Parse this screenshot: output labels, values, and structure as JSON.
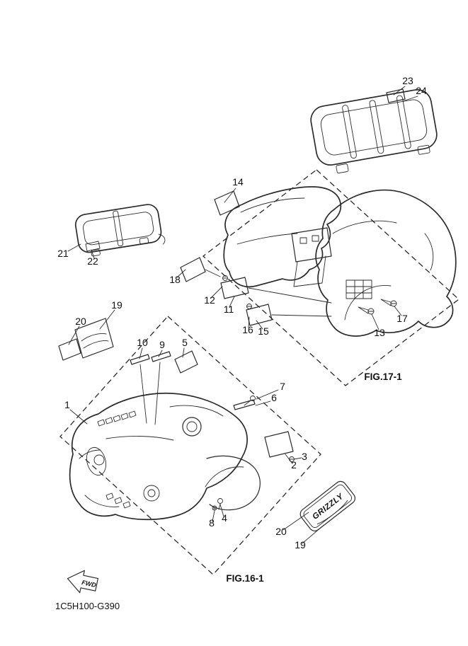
{
  "meta": {
    "part_code": "1C5H100-G390"
  },
  "figures": {
    "fig16": "FIG.16-1",
    "fig17": "FIG.17-1"
  },
  "fwd": {
    "label": "FWD"
  },
  "emblem": {
    "text": "GRIZZLY"
  },
  "colors": {
    "ink": "#2b2b2b",
    "background": "#ffffff"
  },
  "callouts": {
    "1": "1",
    "2": "2",
    "3": "3",
    "4": "4",
    "5": "5",
    "6": "6",
    "7": "7",
    "8": "8",
    "9": "9",
    "10": "10",
    "11": "11",
    "12": "12",
    "13": "13",
    "14": "14",
    "15": "15",
    "16": "16",
    "17": "17",
    "18": "18",
    "19": "19",
    "20": "20",
    "21": "21",
    "22": "22",
    "23": "23",
    "24": "24"
  }
}
